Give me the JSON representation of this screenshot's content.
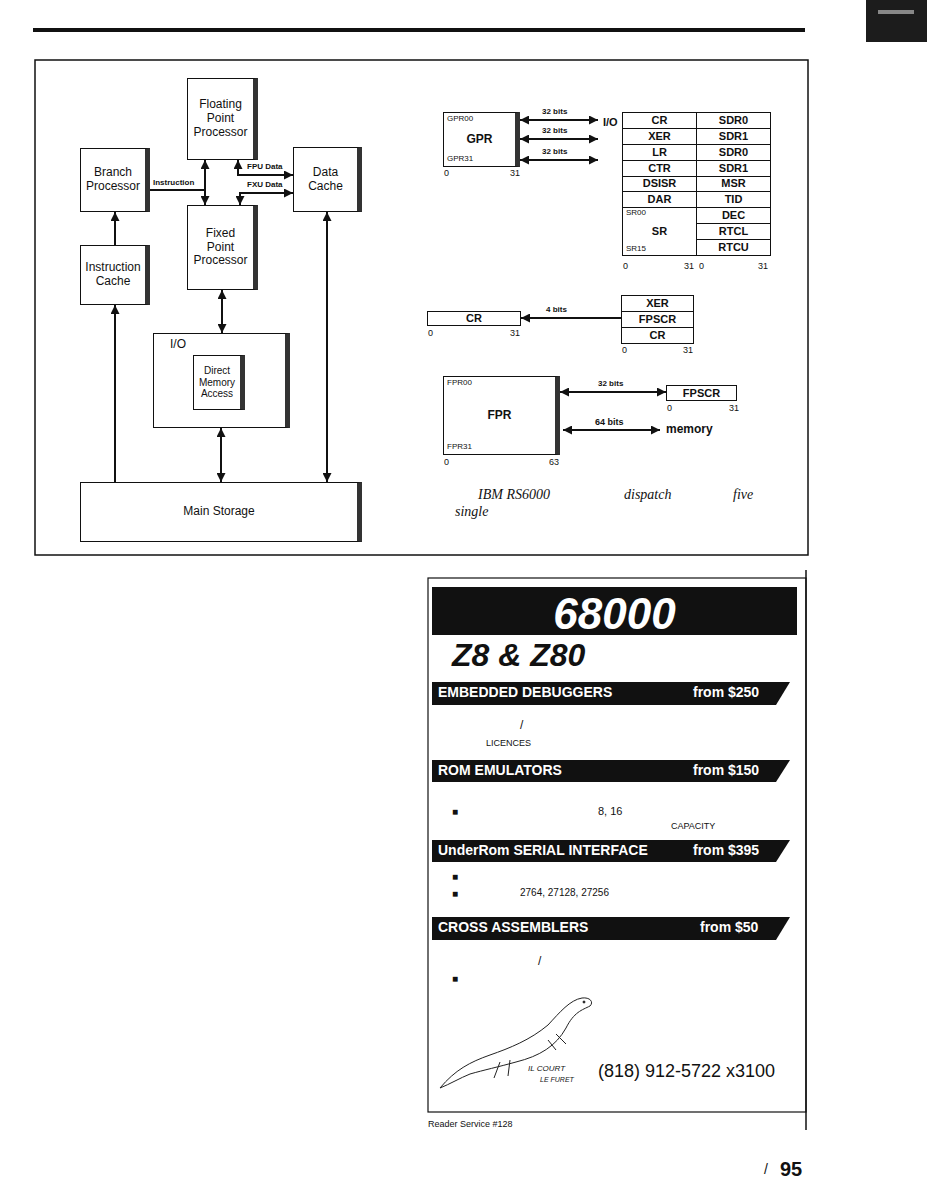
{
  "diagram": {
    "nodes": [
      {
        "text": [
          "Floating Point Processor"
        ]
      },
      {
        "text": [
          "Branch Processor"
        ]
      },
      {
        "text": [
          "Data Cache"
        ]
      },
      {
        "text": [
          "Fixed Point Processor"
        ]
      },
      {
        "text": [
          "Instruction Cache"
        ]
      },
      {
        "text": [
          "I/O"
        ]
      },
      {
        "text": [
          "Direct Memory Access"
        ],
        "in": 5
      },
      {
        "text": [
          "Main Storage"
        ]
      },
      {
        "text": [
          "GPR00",
          "GPR",
          "GPR31"
        ]
      },
      {
        "text": [
          "I/O"
        ]
      },
      {
        "text": [
          "CR"
        ],
        "in": 9
      },
      {
        "text": [
          "XER"
        ],
        "in": 9
      },
      {
        "text": [
          "LR"
        ],
        "in": 9
      },
      {
        "text": [
          "CTR"
        ],
        "in": 9
      },
      {
        "text": [
          "DSISR"
        ],
        "in": 9
      },
      {
        "text": [
          "DAR"
        ],
        "in": 9
      },
      {
        "text": [
          "SR00",
          "SR",
          "SR15"
        ],
        "in": 9
      },
      {
        "text": [
          "SDR0"
        ],
        "in": 9
      },
      {
        "text": [
          "SDR1"
        ],
        "in": 9
      },
      {
        "text": [
          "SDR0"
        ],
        "in": 9
      },
      {
        "text": [
          "SDR1"
        ],
        "in": 9
      },
      {
        "text": [
          "MSR"
        ],
        "in": 9
      },
      {
        "text": [
          "TID"
        ],
        "in": 9
      },
      {
        "text": [
          "DEC"
        ],
        "in": 9
      },
      {
        "text": [
          "RTCL"
        ],
        "in": 9
      },
      {
        "text": [
          "RTCU"
        ],
        "in": 9
      },
      {
        "text": [
          "CR"
        ]
      },
      {
        "text": [
          "XER"
        ]
      },
      {
        "text": [
          "FPSCR"
        ]
      },
      {
        "text": [
          "CR"
        ]
      },
      {
        "text": [
          "FPR00",
          "FPR",
          "FPR31"
        ]
      },
      {
        "text": [
          "FPSCR"
        ]
      }
    ],
    "edges": [
      {
        "from": 4,
        "to": 1,
        "arrow": "to"
      },
      {
        "from": 1,
        "to": 0,
        "arrow": "to",
        "label": "Instruction"
      },
      {
        "from": 1,
        "to": 3,
        "arrow": "to"
      },
      {
        "from": 0,
        "to": 2,
        "arrow": "both",
        "label": "FPU Data"
      },
      {
        "from": 3,
        "to": 2,
        "arrow": "both",
        "label": "FXU Data"
      },
      {
        "from": 3,
        "to": 5,
        "arrow": "both"
      },
      {
        "from": 5,
        "to": 7,
        "arrow": "both"
      },
      {
        "from": 2,
        "to": 7,
        "arrow": "both"
      },
      {
        "from": 7,
        "to": 4,
        "arrow": "to"
      },
      {
        "from": 8,
        "to": 9,
        "arrow": "both",
        "label": "32 bits"
      },
      {
        "from": 8,
        "to": 9,
        "arrow": "both",
        "label": "32 bits"
      },
      {
        "from": 8,
        "to": 9,
        "arrow": "both",
        "label": "32 bits"
      },
      {
        "from": 28,
        "to": 26,
        "arrow": "to",
        "label": "4 bits"
      },
      {
        "from": 30,
        "to": 31,
        "arrow": "both",
        "label": "32 bits"
      }
    ],
    "labels": [
      "0",
      "31",
      "0",
      "31",
      "0",
      "31",
      "0",
      "31",
      "0",
      "31",
      "0",
      "63",
      "0",
      "31",
      "64 bits",
      "memory",
      "IBM RS6000",
      "dispatch",
      "five",
      "single",
      "68000",
      "Z8 & Z80",
      "EMBEDDED DEBUGGERS",
      "from $250",
      "/",
      "LICENCES",
      "ROM EMULATORS",
      "from $150",
      "■",
      "8, 16",
      "CAPACITY",
      "UnderRom SERIAL INTERFACE",
      "from $395",
      "■",
      "■",
      "2764, 27128, 27256",
      "CROSS ASSEMBLERS",
      "from $50",
      "/",
      "■",
      "IL COURT",
      "LE FURET",
      "(818) 912-5722 x3100",
      "Reader Service #128",
      "/",
      "95"
    ]
  }
}
